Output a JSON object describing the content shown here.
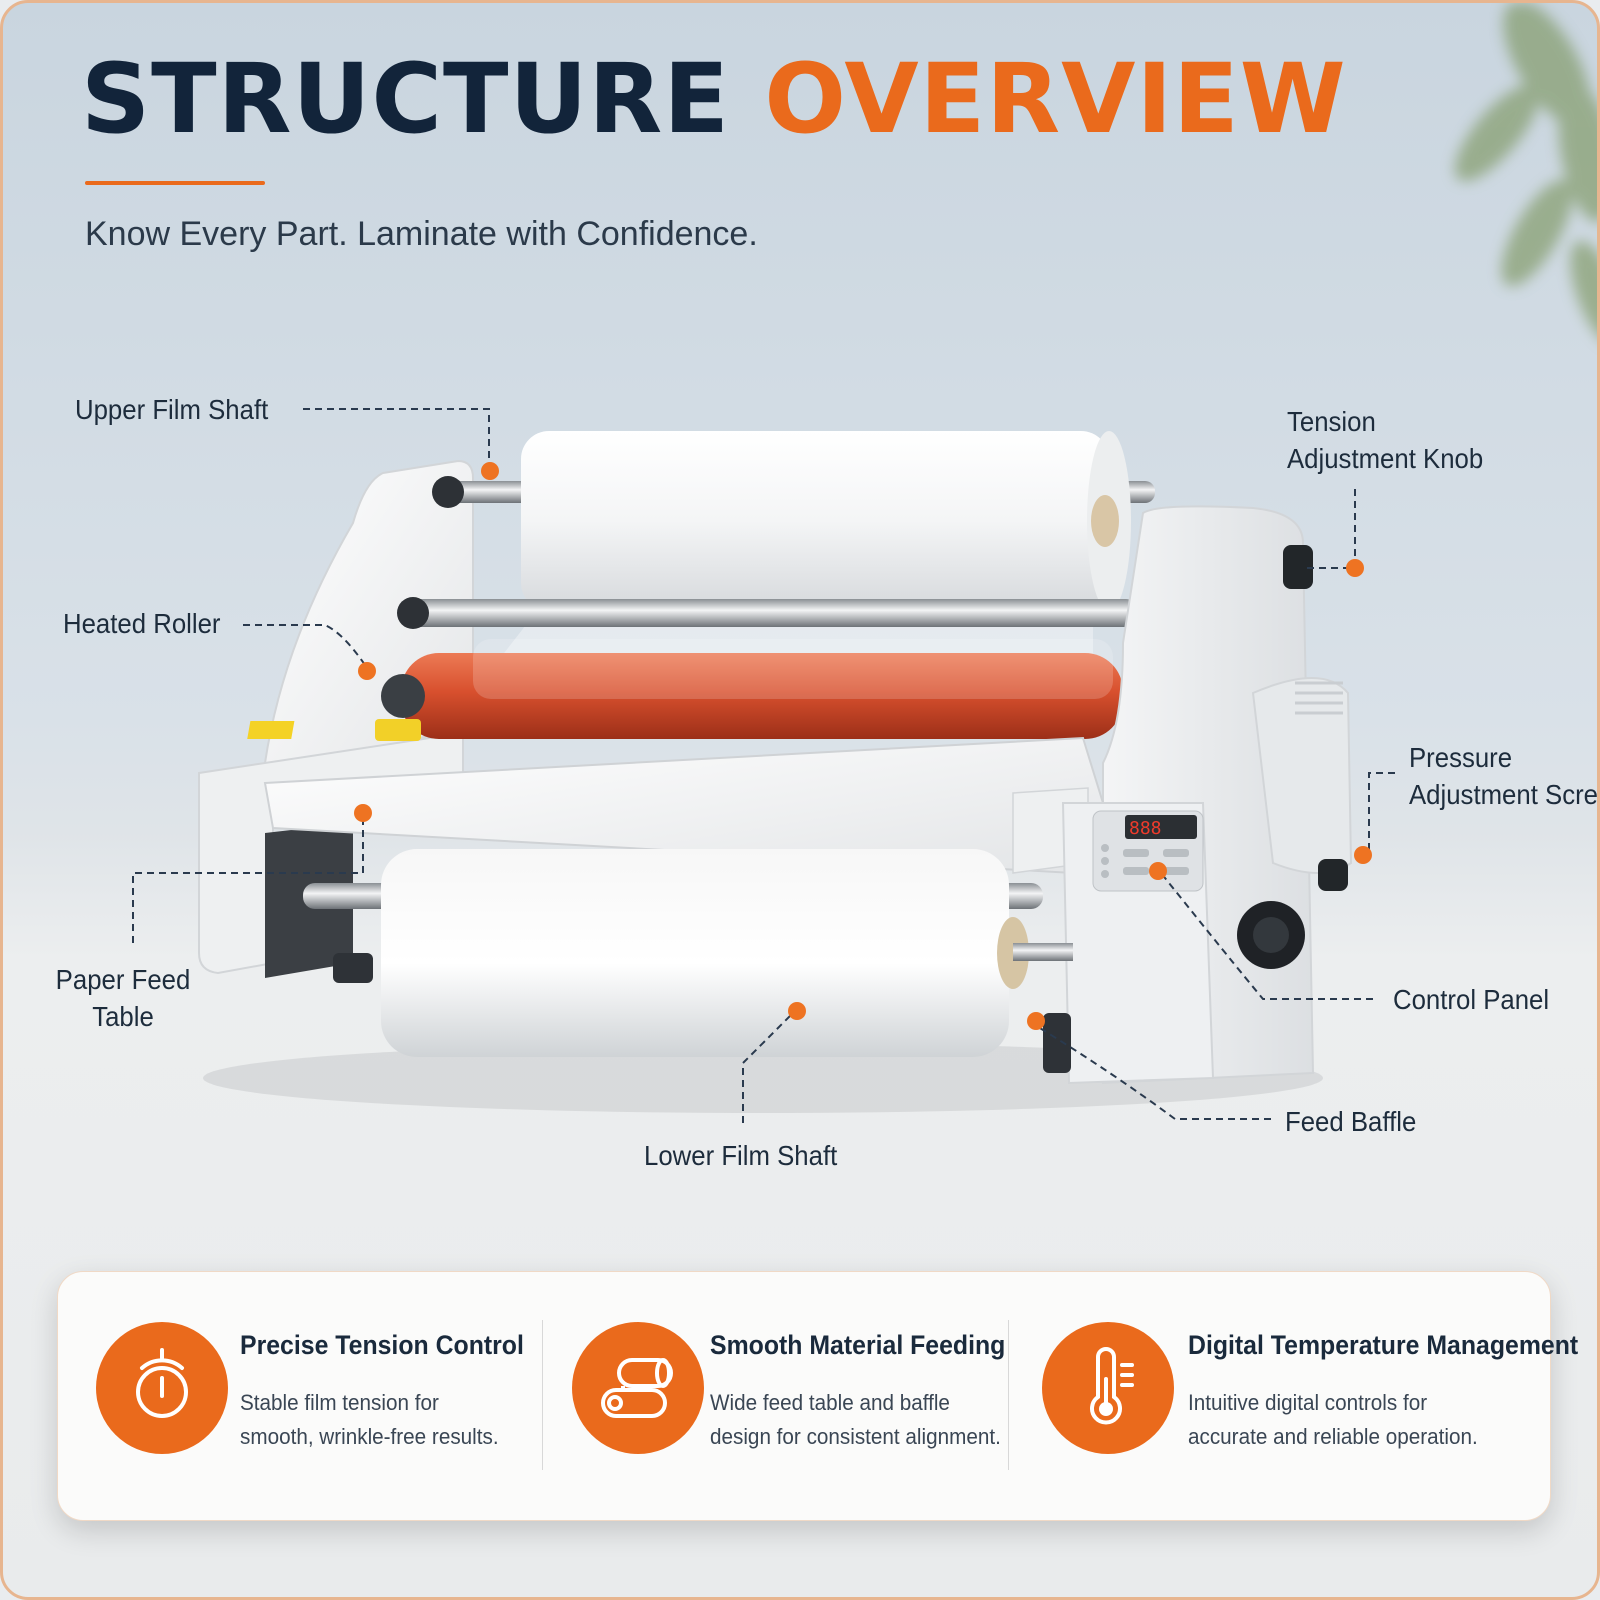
{
  "header": {
    "title_part1": "STRUCTURE",
    "title_part2": "OVERVIEW",
    "subtitle": "Know Every Part. Laminate with Confidence."
  },
  "callouts": {
    "upper_film_shaft": "Upper Film Shaft",
    "heated_roller": "Heated Roller",
    "paper_feed_table_l1": "Paper Feed",
    "paper_feed_table_l2": "Table",
    "lower_film_shaft": "Lower Film Shaft",
    "tension_knob_l1": "Tension",
    "tension_knob_l2": "Adjustment Knob",
    "pressure_screw_l1": "Pressure",
    "pressure_screw_l2": "Adjustment Screw",
    "control_panel": "Control Panel",
    "feed_baffle": "Feed Baffle"
  },
  "features": [
    {
      "icon": "tension-knob-icon",
      "title": "Precise Tension Control",
      "desc_l1": "Stable film tension for",
      "desc_l2": "smooth, wrinkle-free results."
    },
    {
      "icon": "film-roll-icon",
      "title": "Smooth Material Feeding",
      "desc_l1": "Wide feed table and baffle",
      "desc_l2": "design for consistent alignment."
    },
    {
      "icon": "thermometer-icon",
      "title": "Digital Temperature Management",
      "desc_l1": "Intuitive digital controls for",
      "desc_l2": "accurate and reliable operation."
    }
  ],
  "colors": {
    "accent": "#ea6a1c",
    "navy": "#12243a",
    "roller": "#d8502e"
  }
}
